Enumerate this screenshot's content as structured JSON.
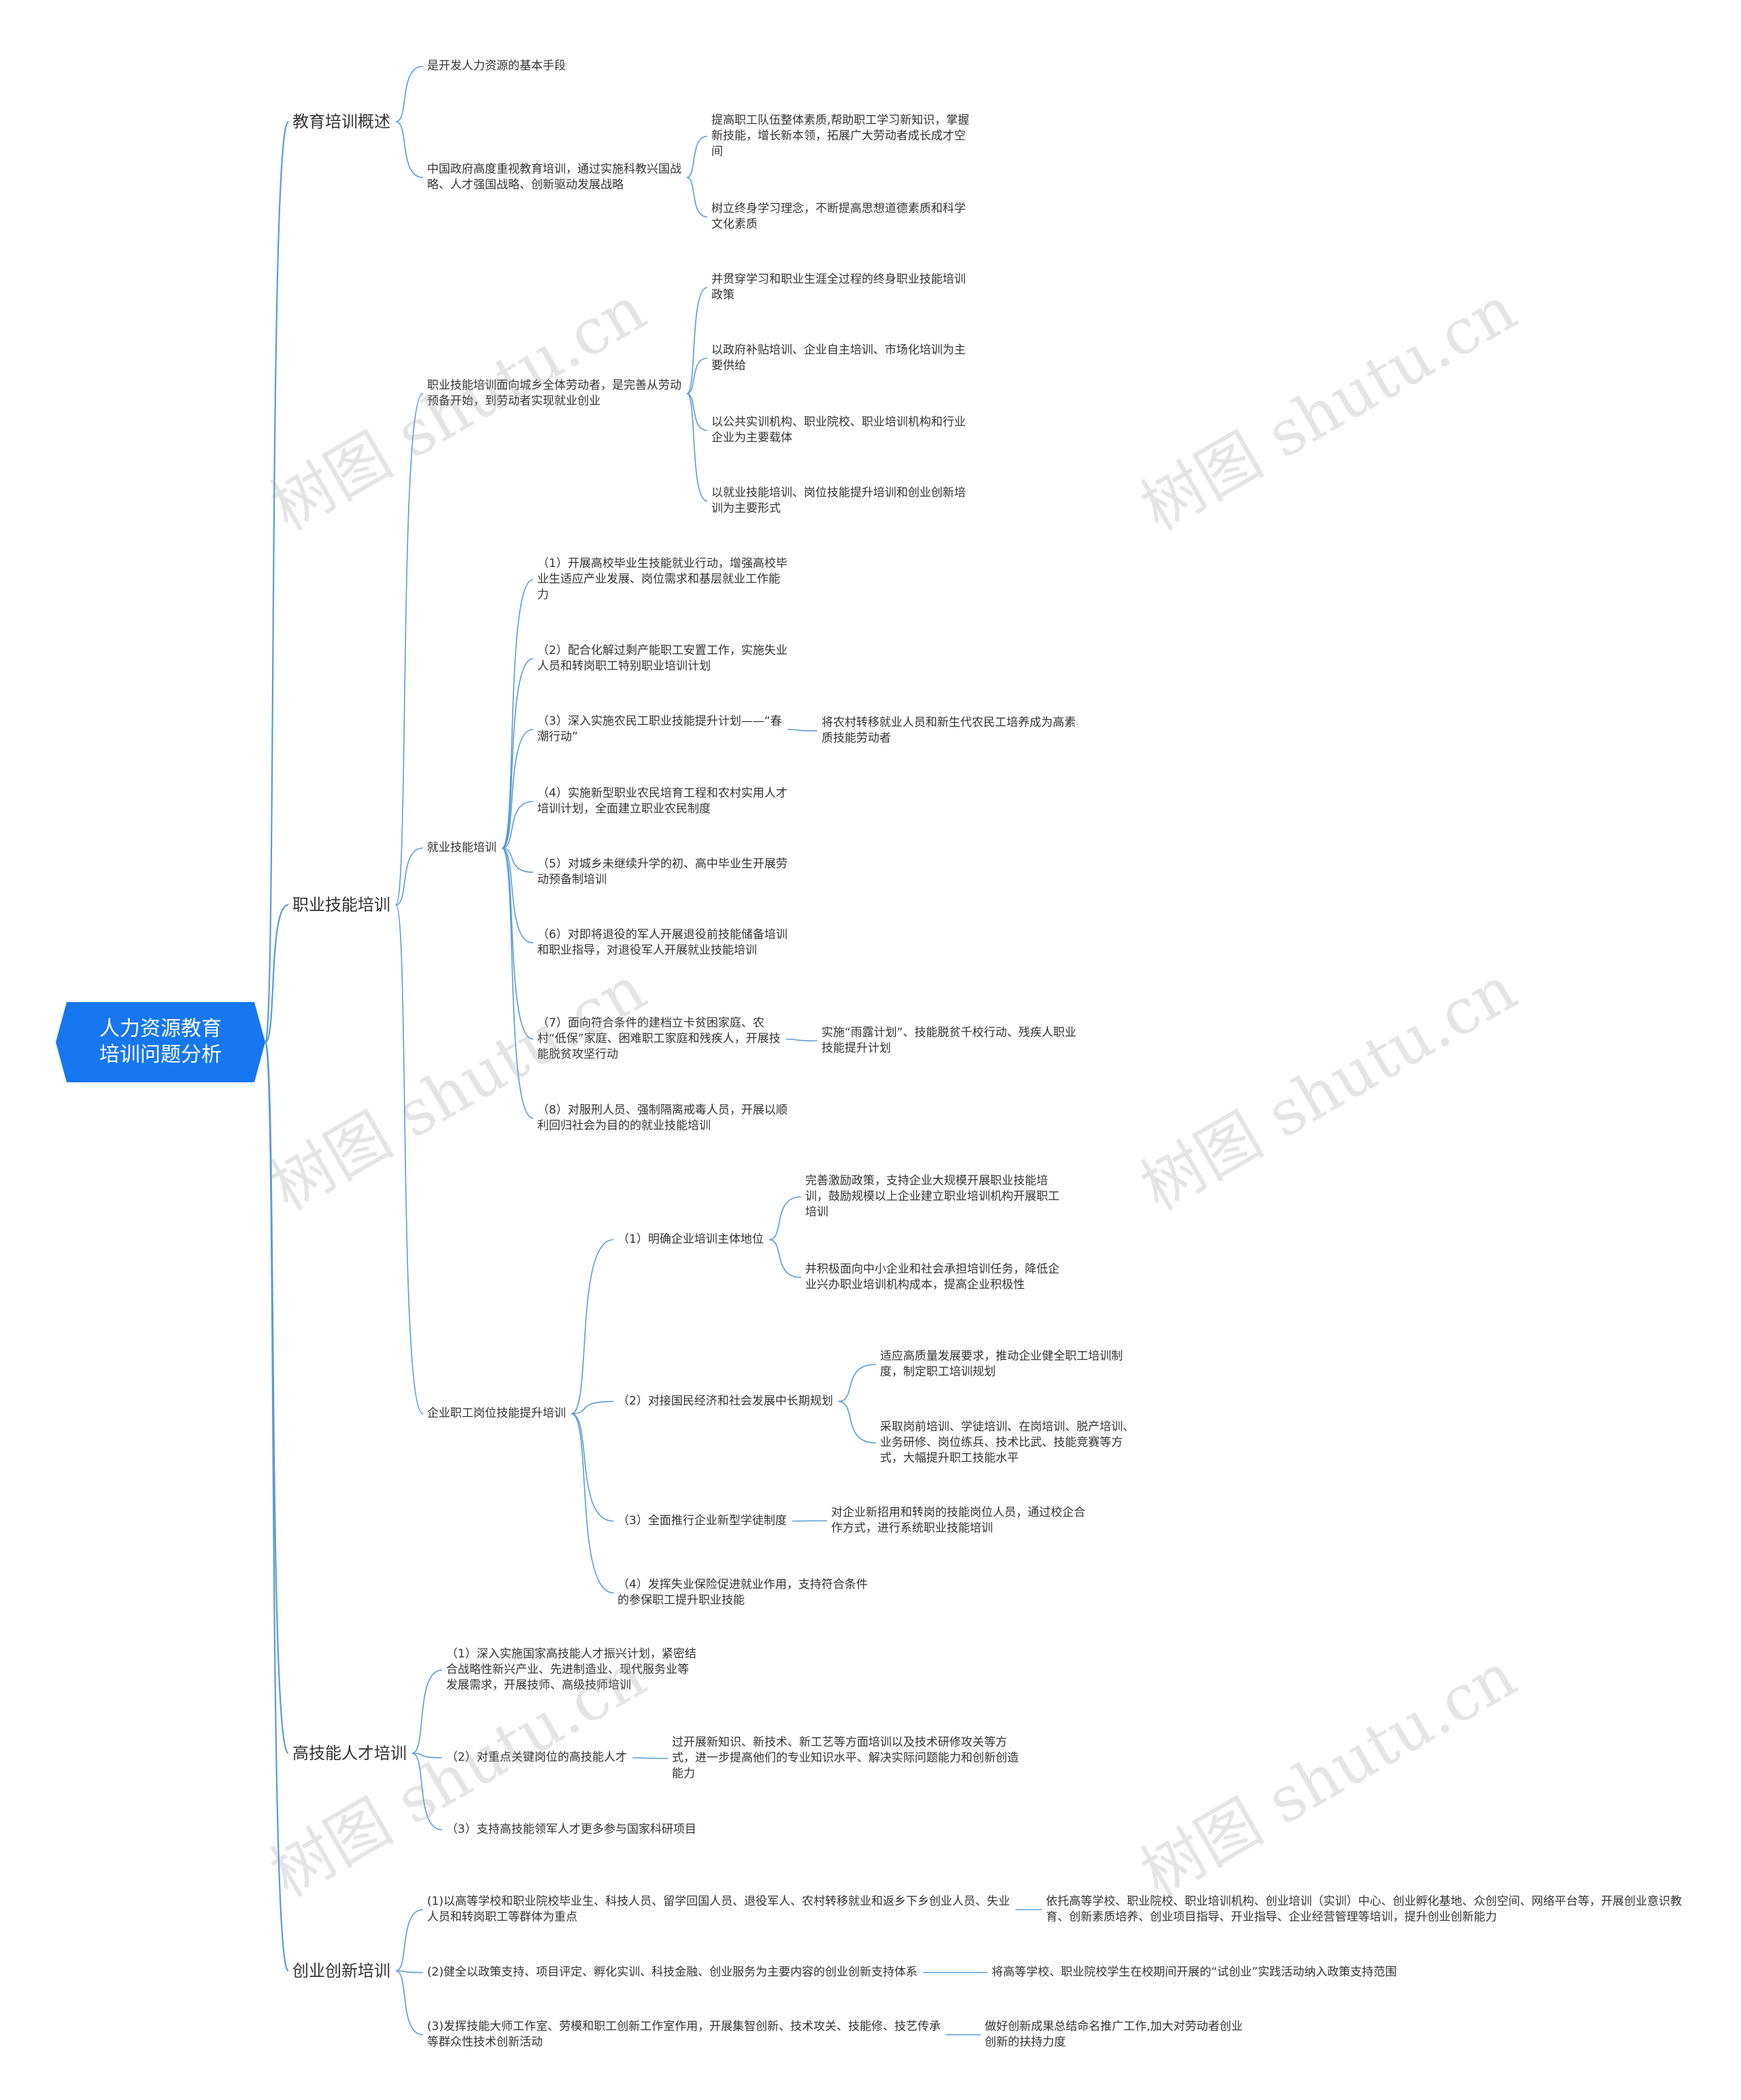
{
  "root": "人力资源教育培训问题分析",
  "watermark": "树图 shutu.cn",
  "colors": {
    "root_bg": "#1677f0",
    "line": "#5b9bd5",
    "text": "#333333"
  },
  "branches": {
    "b1": {
      "label": "教育培训概述",
      "c1": "是开发人力资源的基本手段",
      "c2": {
        "label": "中国政府高度重视教育培训，通过实施科教兴国战略、人才强国战略、创新驱动发展战略",
        "d1": "提高职工队伍整体素质,帮助职工学习新知识，掌握新技能，增长新本领，拓展广大劳动者成长成才空间",
        "d2": "树立终身学习理念，不断提高思想道德素质和科学文化素质"
      }
    },
    "b2": {
      "label": "职业技能培训",
      "c1": {
        "label": "职业技能培训面向城乡全体劳动者，是完善从劳动预备开始，到劳动者实现就业创业",
        "d1": "并贯穿学习和职业生涯全过程的终身职业技能培训政策",
        "d2": "以政府补贴培训、企业自主培训、市场化培训为主要供给",
        "d3": "以公共实训机构、职业院校、职业培训机构和行业企业为主要载体",
        "d4": "以就业技能培训、岗位技能提升培训和创业创新培训为主要形式"
      },
      "c2": {
        "label": "就业技能培训",
        "d1": "（1）开展高校毕业生技能就业行动，增强高校毕业生适应产业发展、岗位需求和基层就业工作能力",
        "d2": "（2）配合化解过剩产能职工安置工作，实施失业人员和转岗职工特别职业培训计划",
        "d3": "（3）深入实施农民工职业技能提升计划——“春潮行动”",
        "d3a": "将农村转移就业人员和新生代农民工培养成为高素质技能劳动者",
        "d4": "（4）实施新型职业农民培育工程和农村实用人才培训计划，全面建立职业农民制度",
        "d5": "（5）对城乡未继续升学的初、高中毕业生开展劳动预备制培训",
        "d6": "（6）对即将退役的军人开展退役前技能储备培训和职业指导，对退役军人开展就业技能培训",
        "d7": "（7）面向符合条件的建档立卡贫困家庭、农村“低保”家庭、困难职工家庭和残疾人，开展技能脱贫攻坚行动",
        "d7a": "实施“雨露计划”、技能脱贫千校行动、残疾人职业技能提升计划",
        "d8": "（8）对服刑人员、强制隔离戒毒人员，开展以顺利回归社会为目的的就业技能培训"
      },
      "c3": {
        "label": "企业职工岗位技能提升培训",
        "e1": {
          "label": "（1）明确企业培训主体地位",
          "f1": "完善激励政策，支持企业大规模开展职业技能培训，鼓励规模以上企业建立职业培训机构开展职工培训",
          "f2": "并积极面向中小企业和社会承担培训任务，降低企业兴办职业培训机构成本，提高企业积极性"
        },
        "e2": {
          "label": "（2）对接国民经济和社会发展中长期规划",
          "f1": "适应高质量发展要求，推动企业健全职工培训制度，制定职工培训规划",
          "f2": "采取岗前培训、学徒培训、在岗培训、脱产培训、业务研修、岗位练兵、技术比武、技能竞赛等方式，大幅提升职工技能水平"
        },
        "e3": {
          "label": "（3）全面推行企业新型学徒制度",
          "f1": "对企业新招用和转岗的技能岗位人员，通过校企合作方式，进行系统职业技能培训"
        },
        "e4": "（4）发挥失业保险促进就业作用，支持符合条件的参保职工提升职业技能"
      }
    },
    "b3": {
      "label": "高技能人才培训",
      "c1": "（1）深入实施国家高技能人才振兴计划，紧密结合战略性新兴产业、先进制造业、现代服务业等发展需求，开展技师、高级技师培训",
      "c2": {
        "label": "（2）对重点关键岗位的高技能人才",
        "d1": "过开展新知识、新技术、新工艺等方面培训以及技术研修攻关等方式，进一步提高他们的专业知识水平、解决实际问题能力和创新创造能力"
      },
      "c3": "（3）支持高技能领军人才更多参与国家科研项目"
    },
    "b4": {
      "label": "创业创新培训",
      "c1": {
        "label": "(1)以高等学校和职业院校毕业生、科技人员、留学回国人员、退役军人、农村转移就业和返乡下乡创业人员、失业人员和转岗职工等群体为重点",
        "d1": "依托高等学校、职业院校、职业培训机构、创业培训（实训）中心、创业孵化基地、众创空间、网络平台等，开展创业意识教育、创新素质培养、创业项目指导、开业指导、企业经营管理等培训，提升创业创新能力"
      },
      "c2": {
        "label": "(2)健全以政策支持、项目评定、孵化实训、科技金融、创业服务为主要内容的创业创新支持体系",
        "d1": "将高等学校、职业院校学生在校期间开展的“试创业”实践活动纳入政策支持范围"
      },
      "c3": {
        "label": "(3)发挥技能大师工作室、劳模和职工创新工作室作用，开展集智创新、技术攻关、技能修、技艺传承等群众性技术创新活动",
        "d1": "做好创新成果总结命名推广工作,加大对劳动者创业创新的扶持力度"
      }
    }
  }
}
